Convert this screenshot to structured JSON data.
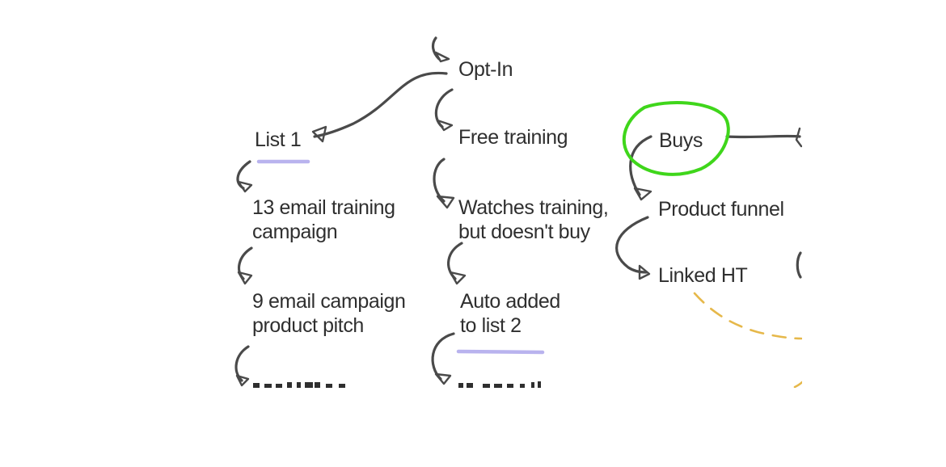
{
  "diagram": {
    "nodes": [
      {
        "id": "opt-in",
        "lines": [
          "Opt-In"
        ]
      },
      {
        "id": "list-1",
        "lines": [
          "List 1"
        ]
      },
      {
        "id": "free-training",
        "lines": [
          "Free training"
        ]
      },
      {
        "id": "buys",
        "lines": [
          "Buys"
        ]
      },
      {
        "id": "email-training",
        "lines": [
          "13 email training",
          "campaign"
        ]
      },
      {
        "id": "watches-training",
        "lines": [
          "Watches training,",
          "but doesn't buy"
        ]
      },
      {
        "id": "product-funnel",
        "lines": [
          "Product funnel"
        ]
      },
      {
        "id": "linked-ht",
        "lines": [
          "Linked HT"
        ]
      },
      {
        "id": "email-pitch",
        "lines": [
          "9 email campaign",
          "product pitch"
        ]
      },
      {
        "id": "auto-added",
        "lines": [
          "Auto added",
          "to list 2"
        ]
      }
    ],
    "colors": {
      "ink": "#4a4a4a",
      "text": "#2f2f2f",
      "underline": "#b9b3ee",
      "highlight_circle": "#3fd61b",
      "dashed": "#e6b84a"
    }
  }
}
